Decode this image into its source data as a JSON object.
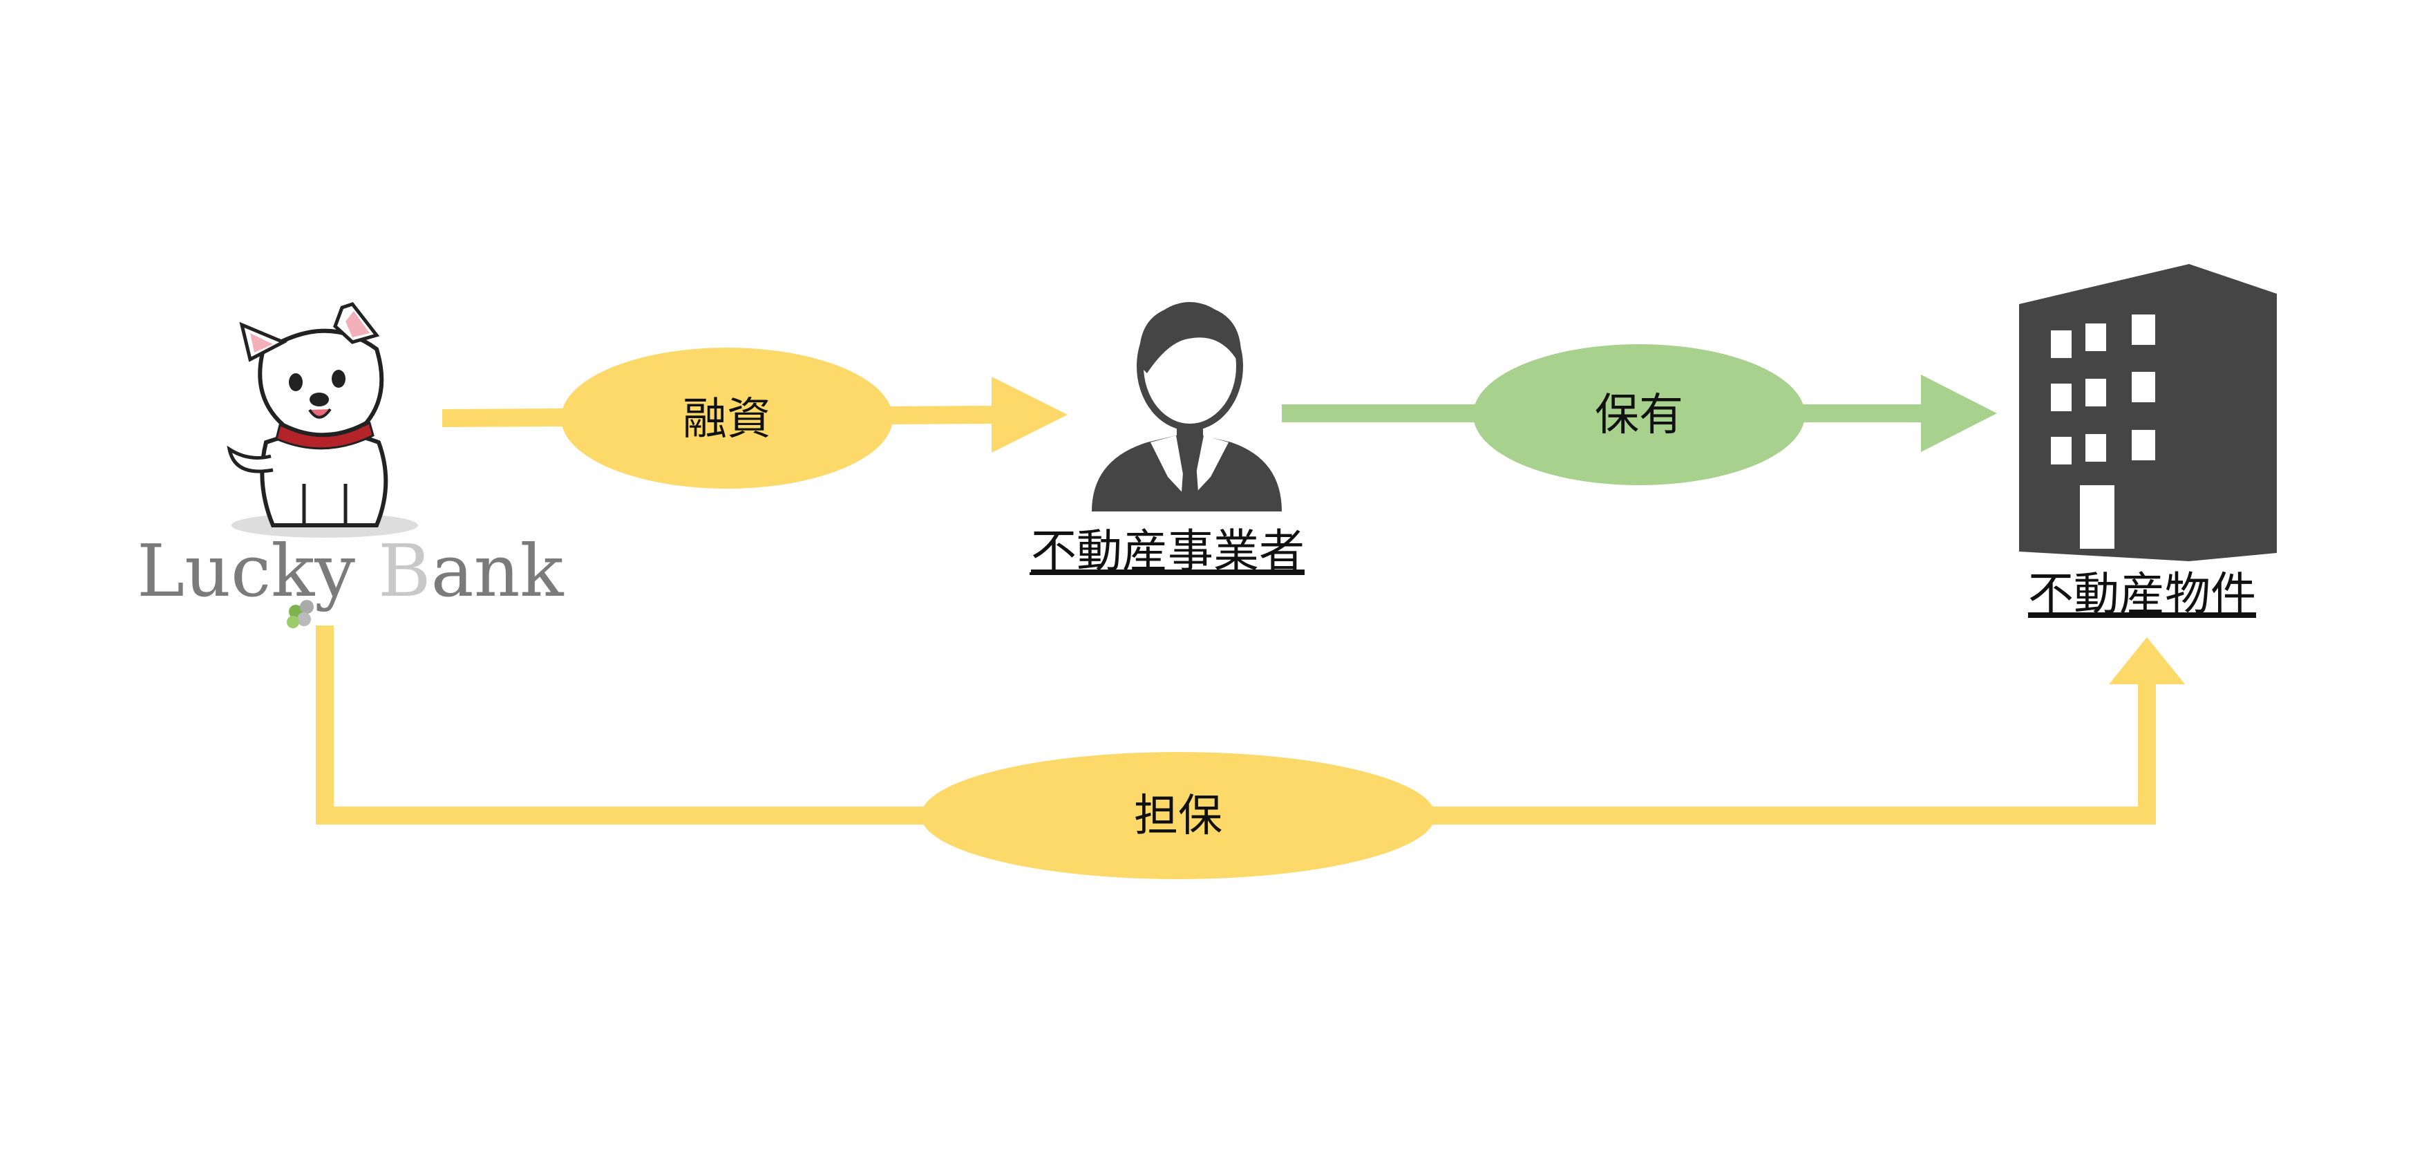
{
  "colors": {
    "loan": "#FCD968",
    "own": "#A9D18E",
    "icon": "#454545",
    "logo_text": "#7B7B7B",
    "logo_accent": "#C8C8C8",
    "clover": "#7DB24E"
  },
  "logo": {
    "word1": "Lucky ",
    "b_letter": "B",
    "word2": "ank"
  },
  "nodes": {
    "operator_label": "不動産事業者",
    "property_label": "不動産物件"
  },
  "edges": {
    "loan": "融資",
    "own": "保有",
    "collateral": "担保"
  },
  "icons": {
    "mascot": "dog-mascot-icon",
    "operator": "businessman-icon",
    "property": "building-icon"
  }
}
